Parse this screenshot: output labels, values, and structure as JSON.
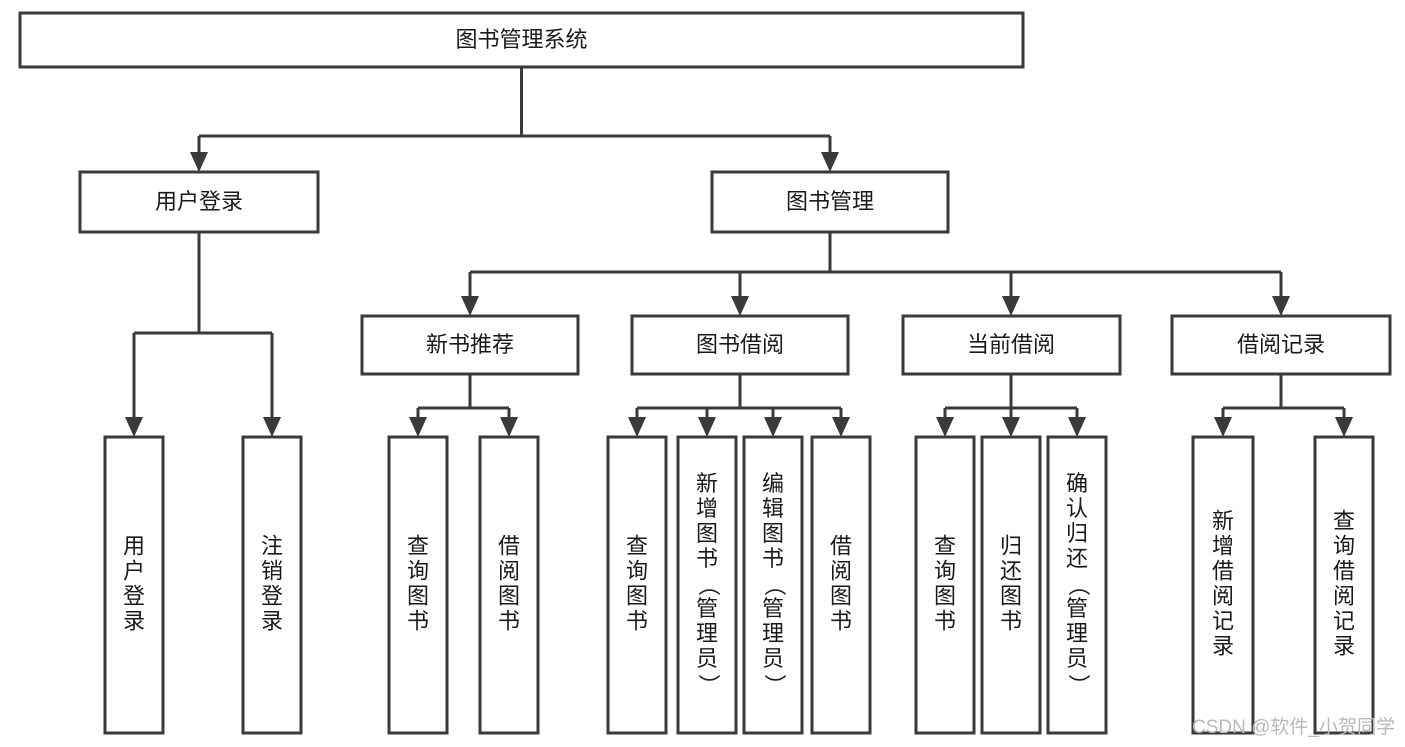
{
  "diagram": {
    "title": "图书管理系统",
    "type": "tree-hierarchy",
    "root": {
      "id": "root",
      "label": "图书管理系统"
    },
    "level2": [
      {
        "id": "user-login",
        "label": "用户登录"
      },
      {
        "id": "book-management",
        "label": "图书管理"
      }
    ],
    "level3": [
      {
        "id": "new-book-recommend",
        "label": "新书推荐"
      },
      {
        "id": "book-borrow",
        "label": "图书借阅"
      },
      {
        "id": "current-borrow",
        "label": "当前借阅"
      },
      {
        "id": "borrow-record",
        "label": "借阅记录"
      }
    ],
    "leaves": {
      "user_login": [
        {
          "id": "leaf-user-login",
          "label": "用户登录"
        },
        {
          "id": "leaf-logout-login",
          "label": "注销登录"
        }
      ],
      "new_book_recommend": [
        {
          "id": "leaf-query-book-1",
          "label": "查询图书"
        },
        {
          "id": "leaf-borrow-book-1",
          "label": "借阅图书"
        }
      ],
      "book_borrow": [
        {
          "id": "leaf-query-book-2",
          "label": "查询图书"
        },
        {
          "id": "leaf-add-book",
          "label": "新增图书（管理员）"
        },
        {
          "id": "leaf-edit-book",
          "label": "编辑图书（管理员）"
        },
        {
          "id": "leaf-borrow-book-2",
          "label": "借阅图书"
        }
      ],
      "current_borrow": [
        {
          "id": "leaf-query-book-3",
          "label": "查询图书"
        },
        {
          "id": "leaf-return-book",
          "label": "归还图书"
        },
        {
          "id": "leaf-confirm-return",
          "label": "确认归还（管理员）"
        }
      ],
      "borrow_record": [
        {
          "id": "leaf-add-record",
          "label": "新增借阅记录"
        },
        {
          "id": "leaf-query-record",
          "label": "查询借阅记录"
        }
      ]
    }
  },
  "watermark": {
    "text": "CSDN @软件_小贺同学"
  },
  "colors": {
    "box_stroke": "#3a3a3a",
    "box_fill": "#ffffff",
    "text": "#1a1a1a",
    "background": "#ffffff",
    "watermark": "#b9b9b9"
  }
}
